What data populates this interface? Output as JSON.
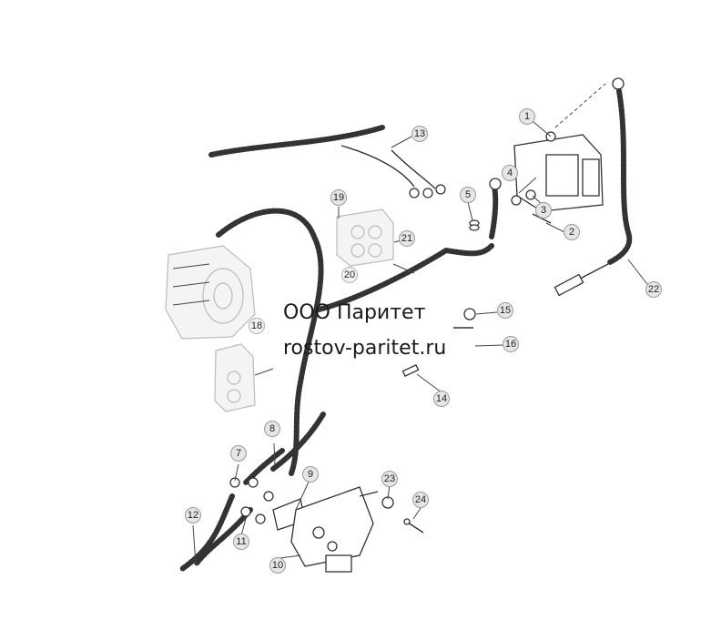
{
  "watermark": {
    "line1": "ООО Паритет",
    "line2": "rostov-paritet.ru"
  },
  "callouts": [
    {
      "id": "1",
      "label": "1"
    },
    {
      "id": "2",
      "label": "2"
    },
    {
      "id": "3",
      "label": "3"
    },
    {
      "id": "4",
      "label": "4"
    },
    {
      "id": "5",
      "label": "5"
    },
    {
      "id": "7",
      "label": "7"
    },
    {
      "id": "8",
      "label": "8"
    },
    {
      "id": "9",
      "label": "9"
    },
    {
      "id": "10",
      "label": "10"
    },
    {
      "id": "11",
      "label": "11"
    },
    {
      "id": "12",
      "label": "12"
    },
    {
      "id": "13",
      "label": "13"
    },
    {
      "id": "14",
      "label": "14"
    },
    {
      "id": "15",
      "label": "15"
    },
    {
      "id": "16",
      "label": "16"
    },
    {
      "id": "18",
      "label": "18"
    },
    {
      "id": "19",
      "label": "19"
    },
    {
      "id": "20",
      "label": "20"
    },
    {
      "id": "21",
      "label": "21"
    },
    {
      "id": "22",
      "label": "22"
    },
    {
      "id": "23",
      "label": "23"
    },
    {
      "id": "24",
      "label": "24"
    }
  ]
}
